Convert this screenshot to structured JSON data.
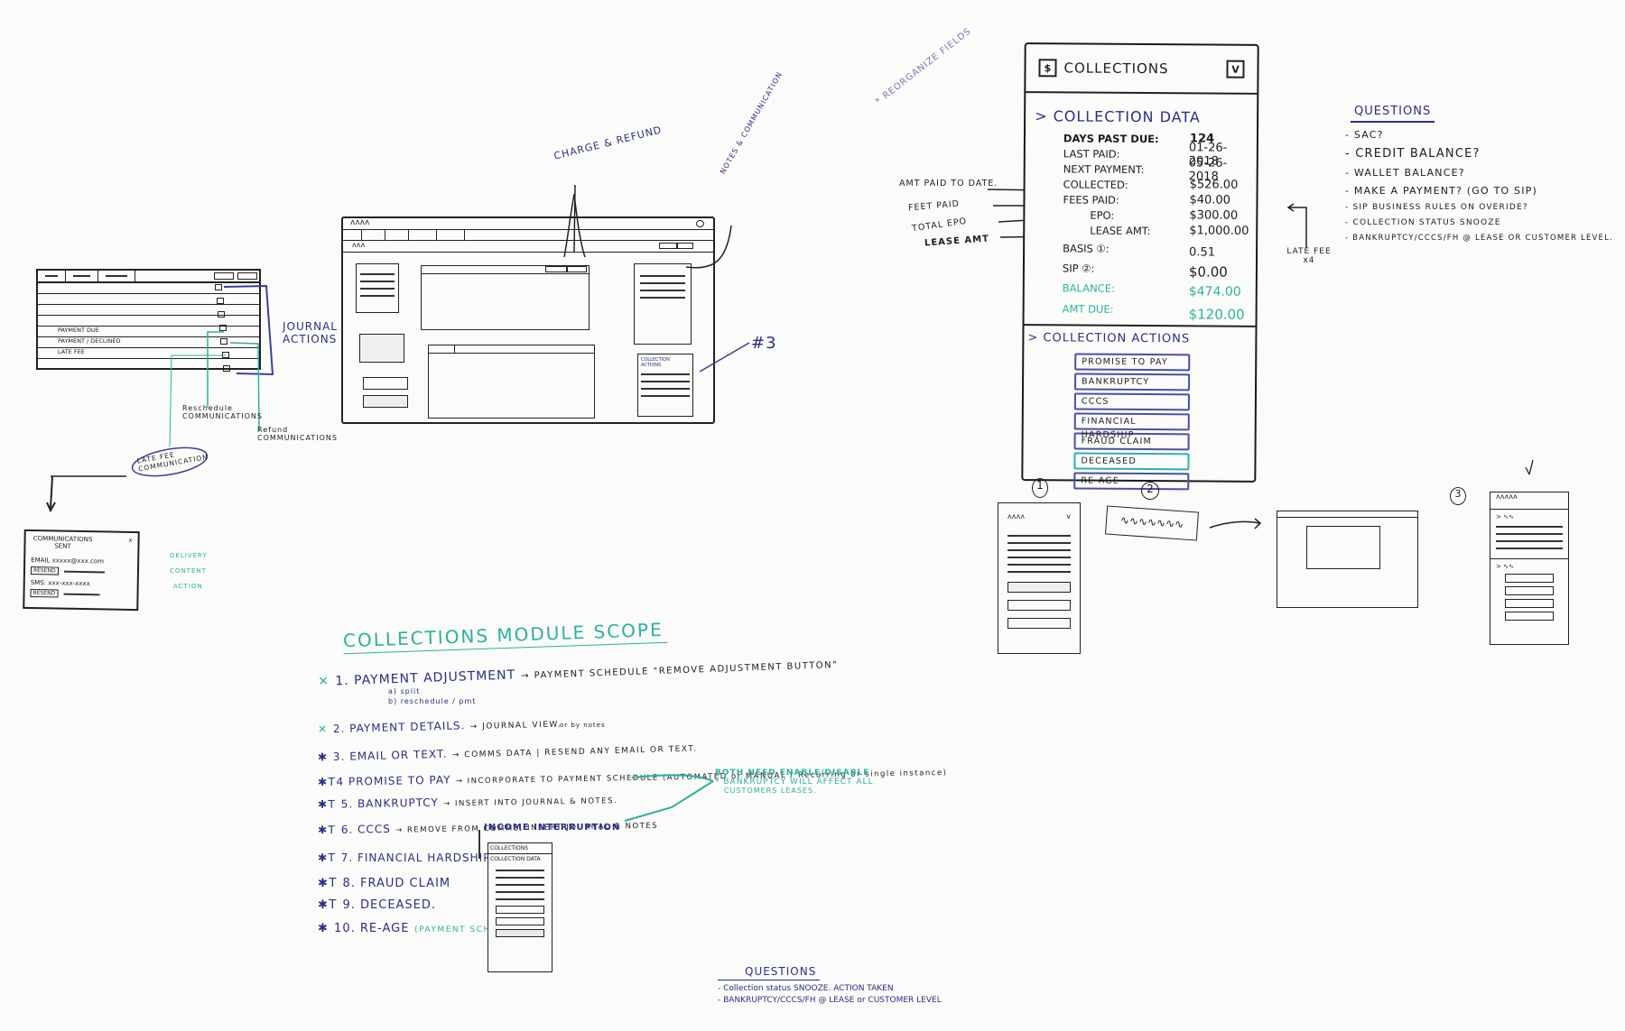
{
  "collections_panel": {
    "title": "COLLECTIONS",
    "header_icon": "$",
    "toggle_label": "V",
    "data_section": {
      "title": "COLLECTION DATA",
      "rows": [
        {
          "label": "DAYS PAST DUE:",
          "value": "124"
        },
        {
          "label": "LAST PAID:",
          "value": "01-26-2018"
        },
        {
          "label": "NEXT PAYMENT:",
          "value": "05-26-2018"
        },
        {
          "label": "COLLECTED:",
          "value": "$526.00"
        },
        {
          "label": "FEES PAID:",
          "value": "$40.00"
        },
        {
          "label": "EPO:",
          "value": "$300.00"
        },
        {
          "label": "LEASE AMT:",
          "value": "$1,000.00"
        },
        {
          "label": "BASIS ①:",
          "value": "0.51"
        },
        {
          "label": "SIP ②:",
          "value": "$0.00"
        },
        {
          "label": "BALANCE:",
          "value": "$474.00"
        },
        {
          "label": "AMT DUE:",
          "value": "$120.00"
        }
      ]
    },
    "actions_section": {
      "title": "COLLECTION ACTIONS",
      "buttons": [
        "PROMISE TO PAY",
        "BANKRUPTCY",
        "CCCS",
        "FINANCIAL HARDSHIP",
        "FRAUD CLAIM",
        "DECEASED",
        "RE-AGE"
      ]
    }
  },
  "annotations": {
    "reorganize": "* REORGANIZE FIELDS",
    "amt_paid_to_date": "AMT PAID TO DATE.",
    "feet_paid": "FEET PAID",
    "total_epo": "TOTAL EPO",
    "lease_amt": "LEASE AMT",
    "late_fee": "LATE FEE",
    "late_fee_x": "x4",
    "charge_refund": "CHARGE & REFUND",
    "notes_communication": "NOTES & COMMUNICATION",
    "marker_3": "#3",
    "journal_actions": "JOURNAL ACTIONS",
    "reschedule_comm": "Reschedule COMMUNICATIONS",
    "refund_comm": "Refund COMMUNICATIONS",
    "late_fee_comm": "LATE FEE COMMUNICATION",
    "delivery": "DELIVERY",
    "content": "CONTENT",
    "action": "ACTION",
    "collection_actions_mini": "COLLECTION ACTIONS",
    "income_interruption": "INCOME INTERRUPTION",
    "mini_collections": "COLLECTIONS",
    "mini_collection_data": "COLLECTION DATA"
  },
  "questions_right": {
    "title": "QUESTIONS",
    "items": [
      "- SAC?",
      "- CREDIT BALANCE?",
      "- WALLET BALANCE?",
      "- MAKE A PAYMENT? (GO TO SIP)",
      "- SIP BUSINESS RULES ON OVERIDE?",
      "- COLLECTION STATUS SNOOZE",
      "- BANKRUPTCY/CCCS/FH @ LEASE OR CUSTOMER LEVEL."
    ]
  },
  "journal_table": {
    "rows": [
      "",
      "",
      "",
      "",
      "PAYMENT DUE",
      "PAYMENT / DECLINED",
      "LATE FEE",
      ""
    ]
  },
  "communications_dialog": {
    "title": "COMMUNICATIONS SENT",
    "close": "x",
    "email_label": "EMAIL",
    "email_value": "xxxxx@xxx.com",
    "email_button": "RESEND",
    "sms_label": "SMS:",
    "sms_value": "xxx-xxx-xxxx",
    "sms_button": "RESEND"
  },
  "scope": {
    "title": "COLLECTIONS MODULE SCOPE",
    "items": [
      {
        "marker": "✕",
        "label": "1. PAYMENT ADJUSTMENT",
        "note": "→ PAYMENT SCHEDULE \"REMOVE ADJUSTMENT BUTTON\""
      },
      {
        "marker": "✕",
        "label": "2. PAYMENT DETAILS.",
        "note": "→ JOURNAL VIEW."
      },
      {
        "marker": "✱",
        "label": "3. EMAIL OR TEXT.",
        "note": "→ COMMS DATA | RESEND   ANY EMAIL OR TEXT."
      },
      {
        "marker": "✱T",
        "label": "4 PROMISE TO PAY",
        "note": "→ INCORPORATE TO PAYMENT SCHEDULE (AUTOMATED or MANUAL / Recurring or single instance)"
      },
      {
        "marker": "✱T",
        "label": "5. BANKRUPTCY",
        "note": "→ INSERT INTO JOURNAL & NOTES."
      },
      {
        "marker": "✱T",
        "label": "6. CCCS",
        "note": "→ REMOVE FROM COMMS, INSERT JOURNAL & NOTES"
      },
      {
        "marker": "✱T",
        "label": "7. FINANCIAL HARDSHIP",
        "note": ""
      },
      {
        "marker": "✱T",
        "label": "8. FRAUD CLAIM",
        "note": ""
      },
      {
        "marker": "✱T",
        "label": "9. DECEASED.",
        "note": ""
      },
      {
        "marker": "✱",
        "label": "10. RE-AGE",
        "note": "(PAYMENT SCHEDULE)?"
      }
    ],
    "sub_items": [
      "a) split",
      "b) reschedule / pmt"
    ],
    "side_note_small": "or by notes",
    "teal_note": [
      "BOTH NEED ENABLE/DISABLE",
      "* BANKRUPTCY WILL AFFECT ALL",
      "CUSTOMERS LEASES."
    ]
  },
  "questions_bottom": {
    "title": "QUESTIONS",
    "items": [
      "- Collection status SNOOZE. ACTION TAKEN",
      "- BANKRUPTCY/CCCS/FH @ LEASE or CUSTOMER LEVEL"
    ]
  },
  "option_markers": [
    "1",
    "2",
    "3"
  ],
  "colors": {
    "ink_black": "#1e1e1e",
    "ink_blue": "#2a2f86",
    "ink_teal": "#2bb39a",
    "ink_purple": "#8a6fb5",
    "board": "#fbfbfa"
  }
}
